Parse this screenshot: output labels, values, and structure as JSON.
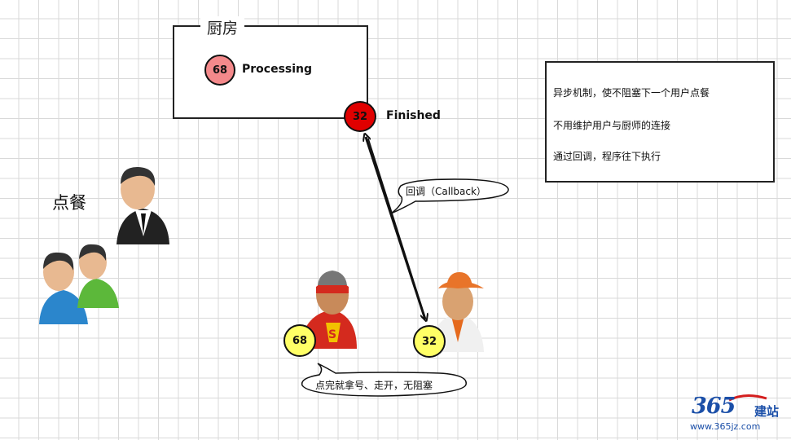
{
  "kitchen": {
    "title": "厨房",
    "processing": {
      "number": "68",
      "label": "Processing",
      "color": "#f4898b"
    },
    "finished": {
      "number": "32",
      "label": "Finished",
      "color": "#e00000"
    }
  },
  "order_label": "点餐",
  "notes": [
    "异步机制，使不阻塞下一个用户点餐",
    "不用维护用户与厨师的连接",
    "通过回调，程序往下执行"
  ],
  "callback_bubble": "回调（Callback）",
  "customer_bubble": "点完就拿号、走开，无阻塞",
  "people": {
    "superman_ticket": "68",
    "chef_ticket": "32",
    "ticket_color": "#ffff66"
  },
  "logo": {
    "number": "365",
    "name": "建站",
    "url": "www.365jz.com",
    "color": "#1b4fa8"
  },
  "icons": [
    "businessman-icon",
    "user-blue-icon",
    "user-green-icon",
    "superhero-icon",
    "cowboy-chef-icon"
  ]
}
